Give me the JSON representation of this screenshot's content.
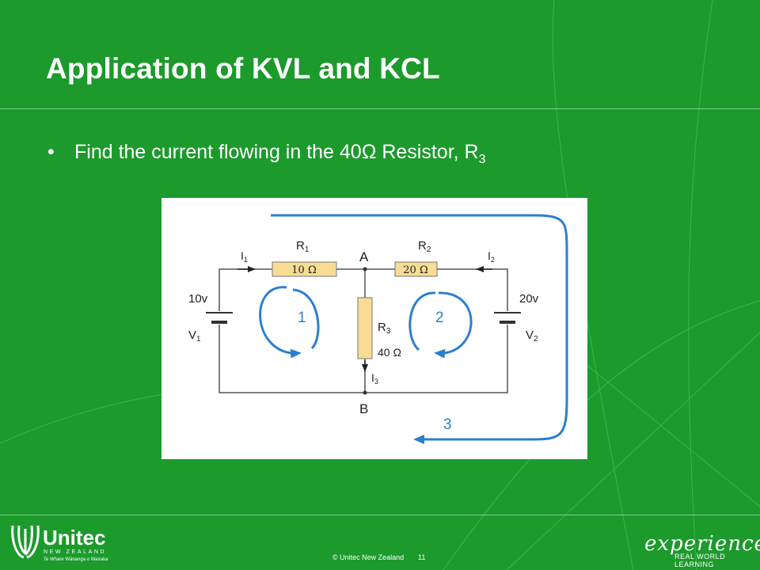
{
  "slide": {
    "title": "Application of KVL and KCL",
    "bullet_text": "Find the current flowing in the 40Ω Resistor, R",
    "bullet_subscript": "3"
  },
  "circuit": {
    "r1_label": "R",
    "r1_sub": "1",
    "r1_value": "10 Ω",
    "r2_label": "R",
    "r2_sub": "2",
    "r2_value": "20 Ω",
    "r3_label": "R",
    "r3_sub": "3",
    "r3_value": "40 Ω",
    "node_a": "A",
    "node_b": "B",
    "i1_label": "I",
    "i1_sub": "1",
    "i2_label": "I",
    "i2_sub": "2",
    "i3_label": "I",
    "i3_sub": "3",
    "v1_voltage": "10v",
    "v1_label": "V",
    "v1_sub": "1",
    "v2_voltage": "20v",
    "v2_label": "V",
    "v2_sub": "2",
    "loop1": "1",
    "loop2": "2",
    "loop3": "3",
    "colors": {
      "resistor_fill": "#f8dc94",
      "loop_arrow": "#2b7fd0",
      "wire": "#555555"
    }
  },
  "footer": {
    "logo_name": "Unitec",
    "logo_country": "NEW ZEALAND",
    "logo_tagline": "Te Whare Wānanga o Wairaka",
    "copyright": "© Unitec New Zealand",
    "page_number": "11",
    "experience": "experience",
    "experience_sub": "REAL WORLD LEARNING"
  },
  "colors": {
    "background": "#1c9a2c",
    "text": "#ffffff"
  }
}
